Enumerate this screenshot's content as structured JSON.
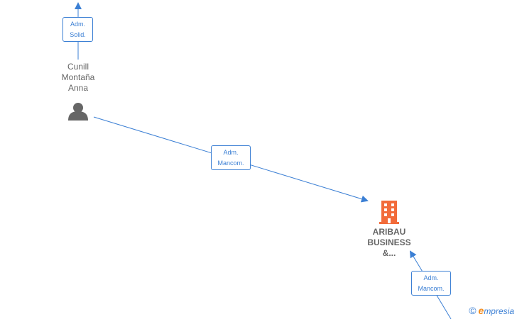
{
  "graph": {
    "person": {
      "name_lines": [
        "Cunill",
        "Montaña",
        "Anna"
      ],
      "icon": "person-icon"
    },
    "company": {
      "name_lines": [
        "ARIBAU",
        "BUSINESS",
        "&..."
      ],
      "icon": "building-icon",
      "color": "#f26b3a"
    },
    "edges": [
      {
        "lines": [
          "Adm.",
          "Solid."
        ]
      },
      {
        "lines": [
          "Adm.",
          "Mancom."
        ]
      },
      {
        "lines": [
          "Adm.",
          "Mancom."
        ]
      }
    ],
    "edge_color": "#3b7fd4",
    "node_color": "#666666"
  },
  "footer": {
    "copyright_symbol": "©",
    "brand_first_letter": "e",
    "brand_rest": "mpresia"
  }
}
